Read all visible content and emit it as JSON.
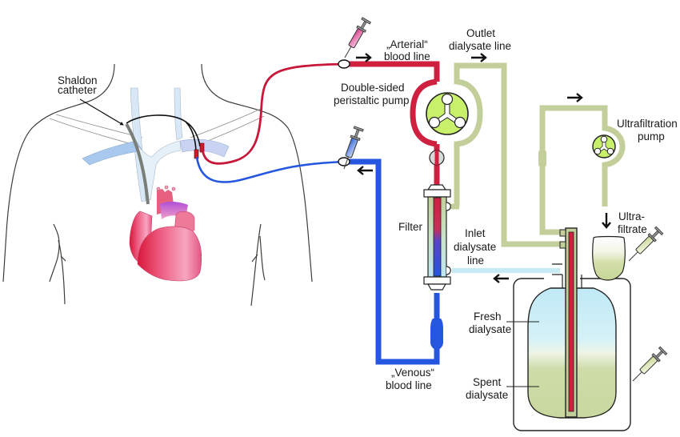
{
  "title": "Hemodialysis circuit schematic",
  "labels": {
    "shaldon_1": "Shaldon",
    "shaldon_2": "catheter",
    "arterial_1": "„Arterial“",
    "arterial_2": "blood line",
    "outlet_1": "Outlet",
    "outlet_2": "dialysate line",
    "pump_1": "Double-sided",
    "pump_2": "peristaltic pump",
    "uf_pump_1": "Ultrafiltration",
    "uf_pump_2": "pump",
    "filter": "Filter",
    "inlet_1": "Inlet",
    "inlet_2": "dialysate",
    "inlet_3": "line",
    "ultrafiltrate_1": "Ultra-",
    "ultrafiltrate_2": "filtrate",
    "fresh_1": "Fresh",
    "fresh_2": "dialysate",
    "spent_1": "Spent",
    "spent_2": "dialysate",
    "venous_1": "„Venous“",
    "venous_2": "blood line"
  },
  "colors": {
    "arterial": "#d0203f",
    "venous": "#2456e0",
    "dialysate_line": "#c3cf9a",
    "fresh_line": "#c6ebf4",
    "pump_rotor": "#c8f06a",
    "heart": "#e8607f",
    "outline": "#222222"
  }
}
